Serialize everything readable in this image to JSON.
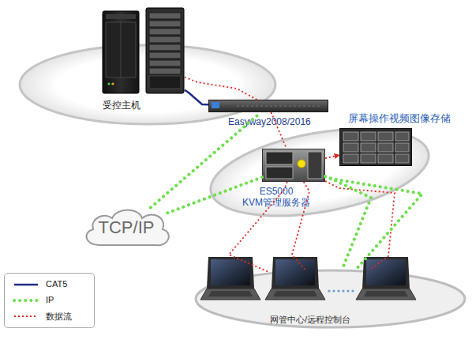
{
  "diagram": {
    "nodes": [
      {
        "text": [
          "受控主机"
        ]
      },
      {
        "text": [
          "Easyway2008/2016"
        ]
      },
      {
        "text": [
          "屏幕操作视频图像存储"
        ]
      },
      {
        "text": [
          "ES5000 KVM管理服务器"
        ]
      },
      {
        "text": [
          "TCP/IP"
        ]
      },
      {
        "text": [
          "网管中心/远程控制台"
        ]
      }
    ],
    "edges": [
      {
        "from": 0,
        "to": 1,
        "arrow": "none"
      },
      {
        "from": 0,
        "to": 1,
        "arrow": "none"
      },
      {
        "from": 4,
        "to": 1,
        "arrow": "none"
      },
      {
        "from": 3,
        "to": 4,
        "arrow": "none"
      },
      {
        "from": 1,
        "to": 3,
        "arrow": "none"
      },
      {
        "from": 3,
        "to": 2,
        "arrow": "to"
      },
      {
        "from": 3,
        "to": 5,
        "arrow": "none"
      },
      {
        "from": 3,
        "to": 5,
        "arrow": "none"
      },
      {
        "from": 3,
        "to": 5,
        "arrow": "none"
      },
      {
        "from": 3,
        "to": 5,
        "arrow": "none"
      },
      {
        "from": 3,
        "to": 5,
        "arrow": "none"
      }
    ],
    "legend": [
      {
        "text": "CAT5"
      },
      {
        "text": "IP"
      },
      {
        "text": "数据流"
      }
    ]
  }
}
